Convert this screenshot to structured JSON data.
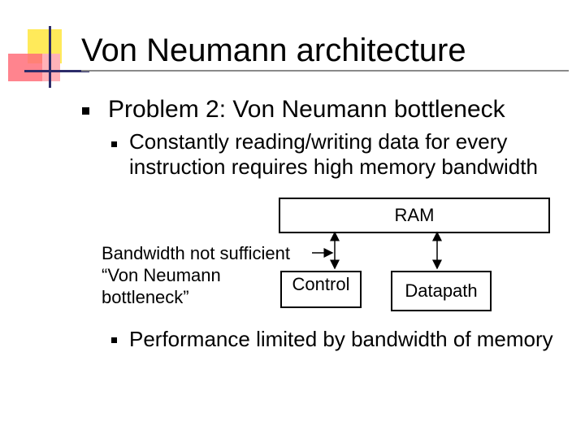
{
  "slide": {
    "title": "Von Neumann architecture",
    "bullet1": "Problem 2: Von Neumann bottleneck",
    "bullet2": "Constantly reading/writing data for every instruction requires high memory bandwidth",
    "bullet3": "Performance limited by bandwidth of memory"
  },
  "diagram": {
    "ram": "RAM",
    "control": "Control",
    "datapath": "Datapath",
    "note_line1": "Bandwidth not sufficient",
    "note_line2": "“Von Neumann",
    "note_line3": "bottleneck”"
  }
}
